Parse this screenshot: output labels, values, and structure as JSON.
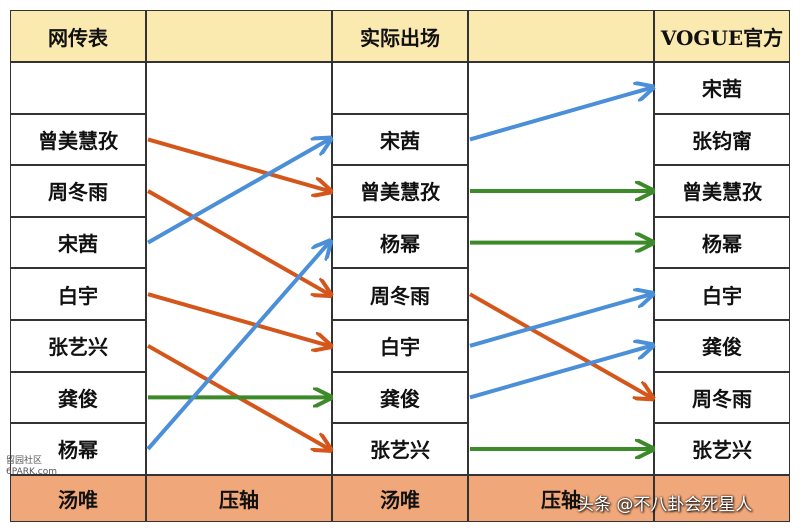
{
  "colors": {
    "orange": "#d4561a",
    "blue": "#4a8fd8",
    "green": "#3d8a2a"
  },
  "columns": [
    {
      "header": "网传表",
      "cells": [
        "",
        "曾美慧孜",
        "周冬雨",
        "宋茜",
        "白宇",
        "张艺兴",
        "龚俊",
        "杨幂"
      ],
      "footer": "汤唯"
    },
    {
      "header": "",
      "cells": [],
      "footer": "压轴"
    },
    {
      "header": "实际出场",
      "cells": [
        "",
        "宋茜",
        "曾美慧孜",
        "杨幂",
        "周冬雨",
        "白宇",
        "龚俊",
        "张艺兴"
      ],
      "footer": "汤唯"
    },
    {
      "header": "",
      "cells": [],
      "footer": "压轴"
    },
    {
      "header": "VOGUE官方",
      "cells": [
        "宋茜",
        "张钧甯",
        "曾美慧孜",
        "杨幂",
        "白宇",
        "龚俊",
        "周冬雨",
        "张艺兴"
      ],
      "footer": ""
    }
  ],
  "arrows": [
    {
      "color": "orange",
      "from_col": 0,
      "from_row": 1,
      "to_col": 2,
      "to_row": 2
    },
    {
      "color": "orange",
      "from_col": 0,
      "from_row": 2,
      "to_col": 2,
      "to_row": 4
    },
    {
      "color": "blue",
      "from_col": 0,
      "from_row": 3,
      "to_col": 2,
      "to_row": 1
    },
    {
      "color": "orange",
      "from_col": 0,
      "from_row": 4,
      "to_col": 2,
      "to_row": 5
    },
    {
      "color": "orange",
      "from_col": 0,
      "from_row": 5,
      "to_col": 2,
      "to_row": 7
    },
    {
      "color": "green",
      "from_col": 0,
      "from_row": 6,
      "to_col": 2,
      "to_row": 6
    },
    {
      "color": "blue",
      "from_col": 0,
      "from_row": 7,
      "to_col": 2,
      "to_row": 3
    },
    {
      "color": "blue",
      "from_col": 2,
      "from_row": 1,
      "to_col": 4,
      "to_row": 0
    },
    {
      "color": "green",
      "from_col": 2,
      "from_row": 2,
      "to_col": 4,
      "to_row": 2
    },
    {
      "color": "green",
      "from_col": 2,
      "from_row": 3,
      "to_col": 4,
      "to_row": 3
    },
    {
      "color": "orange",
      "from_col": 2,
      "from_row": 4,
      "to_col": 4,
      "to_row": 6
    },
    {
      "color": "blue",
      "from_col": 2,
      "from_row": 5,
      "to_col": 4,
      "to_row": 4
    },
    {
      "color": "blue",
      "from_col": 2,
      "from_row": 6,
      "to_col": 4,
      "to_row": 5
    },
    {
      "color": "green",
      "from_col": 2,
      "from_row": 7,
      "to_col": 4,
      "to_row": 7
    }
  ],
  "watermarks": {
    "left_line1": "留园社区",
    "left_line2": "6PARK.com",
    "right": "头条 @不八卦会死星人"
  }
}
